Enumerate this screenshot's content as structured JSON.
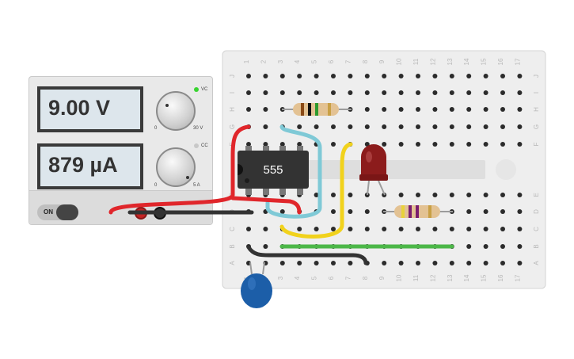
{
  "power_supply": {
    "voltage_display": "9.00 V",
    "current_display": "879 µA",
    "voltage_knob_min": "0",
    "voltage_knob_max": "30 V",
    "current_knob_min": "0",
    "current_knob_max": "5 A",
    "cv_label": "VC",
    "cc_label": "CC",
    "power_switch_label": "ON",
    "cv_led_color": "#38d430",
    "cc_led_color": "#c8c8c8"
  },
  "breadboard": {
    "column_numbers": [
      "1",
      "2",
      "3",
      "4",
      "5",
      "6",
      "7",
      "8",
      "9",
      "10",
      "11",
      "12",
      "13",
      "14",
      "15",
      "16",
      "17"
    ],
    "row_letters_top": [
      "J",
      "I",
      "H",
      "G",
      "F"
    ],
    "row_letters_bottom": [
      "E",
      "D",
      "C",
      "B",
      "A"
    ]
  },
  "chip": {
    "label": "555"
  },
  "colors": {
    "wire_red": "#e0262b",
    "wire_black": "#333333",
    "wire_cyan": "#7fc9d6",
    "wire_yellow": "#f1d21c",
    "wire_green": "#4cb748",
    "led_red": "#8c1c1c",
    "capacitor_blue": "#1c5ea8",
    "board": "#eeeeee"
  }
}
